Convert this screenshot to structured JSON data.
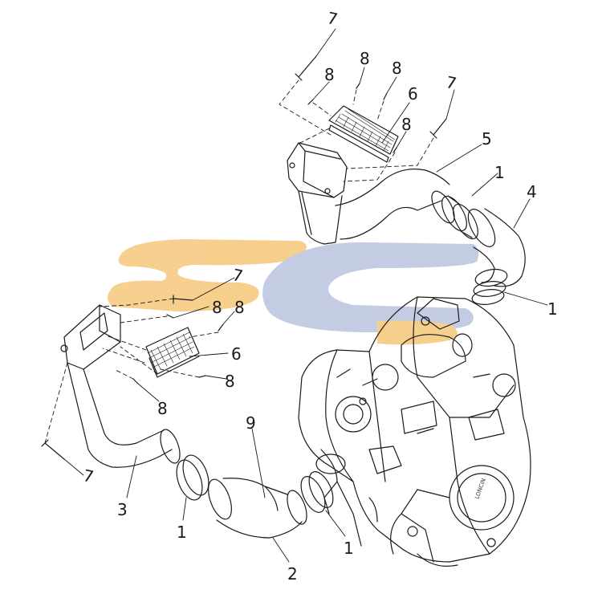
{
  "diagram": {
    "type": "exploded-parts-diagram",
    "callouts": [
      {
        "id": "c7-top",
        "label": "7"
      },
      {
        "id": "c8-top-a",
        "label": "8"
      },
      {
        "id": "c8-top-b",
        "label": "8"
      },
      {
        "id": "c8-top-c",
        "label": "8"
      },
      {
        "id": "c6-top",
        "label": "6"
      },
      {
        "id": "c7-top-right",
        "label": "7"
      },
      {
        "id": "c8-top-d",
        "label": "8"
      },
      {
        "id": "c5",
        "label": "5"
      },
      {
        "id": "c1-top",
        "label": "1"
      },
      {
        "id": "c4",
        "label": "4"
      },
      {
        "id": "c1-right",
        "label": "1"
      },
      {
        "id": "c7-mid",
        "label": "7"
      },
      {
        "id": "c8-mid-a",
        "label": "8"
      },
      {
        "id": "c8-mid-b",
        "label": "8"
      },
      {
        "id": "c6-mid",
        "label": "6"
      },
      {
        "id": "c8-mid-c",
        "label": "8"
      },
      {
        "id": "c8-mid-d",
        "label": "8"
      },
      {
        "id": "c9",
        "label": "9"
      },
      {
        "id": "c7-left",
        "label": "7"
      },
      {
        "id": "c3",
        "label": "3"
      },
      {
        "id": "c1-bottom-left",
        "label": "1"
      },
      {
        "id": "c2",
        "label": "2"
      },
      {
        "id": "c1-bottom-right",
        "label": "1"
      }
    ],
    "engine_cover_text": "LONCIN",
    "watermark_colors": {
      "orange": "#f6c77a",
      "blue": "#b9c4dd"
    },
    "line_color": "#1a1a1a"
  }
}
